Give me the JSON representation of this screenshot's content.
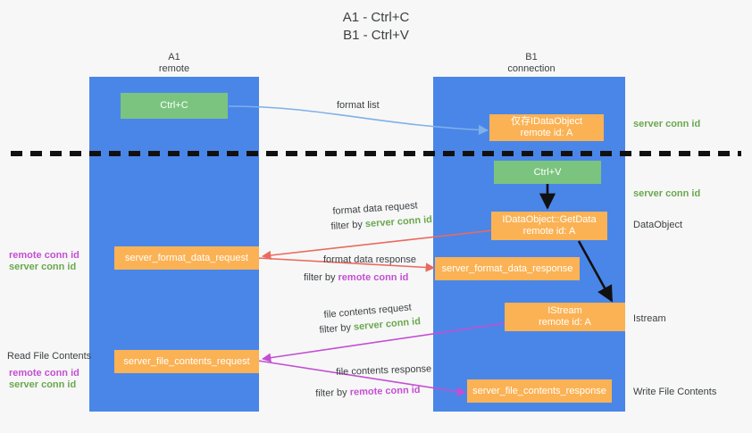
{
  "title": "A1 - Ctrl+C\nB1 - Ctrl+V",
  "lanes": {
    "left": {
      "header": "A1\nremote"
    },
    "right": {
      "header": "B1\nconnection"
    }
  },
  "boxes": {
    "ctrl_c": "Ctrl+C",
    "ctrl_v": "Ctrl+V",
    "data_object_remote": "仅存IDataObject\nremote id: A",
    "get_data": "IDataObject::GetData\nremote id: A",
    "istream": "IStream\nremote id: A",
    "server_format_data_request": "server_format_data_request",
    "server_format_data_response": "server_format_data_response",
    "server_file_contents_request": "server_file_contents_request",
    "server_file_contents_response": "server_file_contents_response"
  },
  "arrow_labels": {
    "format_list": "format list",
    "format_data_request": "format data request",
    "format_data_request_filter_prefix": "filter by ",
    "format_data_request_filter_value": "server conn id",
    "format_data_response": "format data response",
    "format_data_response_filter_prefix": "filter by ",
    "format_data_response_filter_value": "remote conn id",
    "file_contents_request": "file contents request",
    "file_contents_request_filter_prefix": "filter by ",
    "file_contents_request_filter_value": "server conn id",
    "file_contents_response": "file contents response",
    "file_contents_response_filter_prefix": "filter by ",
    "file_contents_response_filter_value": "remote conn id"
  },
  "side_labels": {
    "right_server_conn_id_top": "server conn id",
    "right_server_conn_id_mid": "server conn id",
    "right_data_object": "DataObject",
    "right_istream": "Istream",
    "right_write_file_contents": "Write File Contents",
    "left_remote_conn_id_1": "remote conn id",
    "left_server_conn_id_1": "server conn id",
    "left_read_file_contents": "Read File Contents",
    "left_remote_conn_id_2": "remote conn id",
    "left_server_conn_id_2": "server conn id"
  },
  "colors": {
    "lane": "#4a86e8",
    "green_box": "#7bc47f",
    "orange_box": "#fbb254",
    "green_text": "#6aa84f",
    "magenta_text": "#c34fd2",
    "blue_arrow": "#7fb0e8",
    "red_arrow": "#ea6a5e",
    "magenta_arrow": "#c34fd2",
    "black": "#000000",
    "background": "#f7f7f7"
  }
}
